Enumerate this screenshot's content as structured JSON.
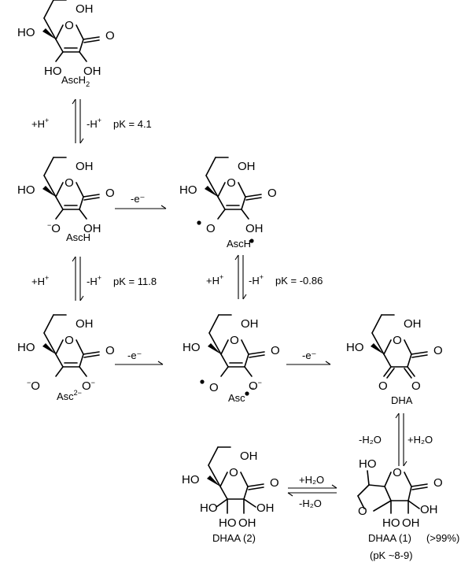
{
  "atoms": {
    "O": "O",
    "OH": "OH",
    "HO": "HO",
    "O_minus": "O",
    "minus": "−"
  },
  "compounds": {
    "asch2": {
      "label": "AscH",
      "subscript": "2"
    },
    "asch_minus": {
      "label": "AscH"
    },
    "asch_radical": {
      "label": "AscH"
    },
    "asc_2minus": {
      "label": "Asc",
      "superscript": "2−"
    },
    "asc_radical": {
      "label": "Asc"
    },
    "dha": {
      "label": "DHA"
    },
    "dhaa2": {
      "label": "DHAA (2)"
    },
    "dhaa1": {
      "label": "DHAA (1)",
      "note": "(>99%)",
      "pk_note": "(pK ~8-9)"
    }
  },
  "conditions": {
    "protonation_1": {
      "left": "+H",
      "left_sup": "+",
      "right": "-H",
      "right_sup": "+",
      "pk": "pK = 4.1"
    },
    "protonation_2": {
      "left": "+H",
      "left_sup": "+",
      "right": "-H",
      "right_sup": "+",
      "pk": "pK = 11.8"
    },
    "protonation_3": {
      "left": "+H",
      "left_sup": "+",
      "right": "-H",
      "right_sup": "+",
      "pk": "pK = -0.86"
    },
    "oxidation_1": "-e⁻",
    "oxidation_2": "-e⁻",
    "oxidation_3": "-e⁻",
    "hydration_vertical": {
      "left": "-H₂O",
      "right": "+H₂O"
    },
    "hydration_horizontal": {
      "top": "+H₂O",
      "bottom": "-H₂O"
    }
  }
}
